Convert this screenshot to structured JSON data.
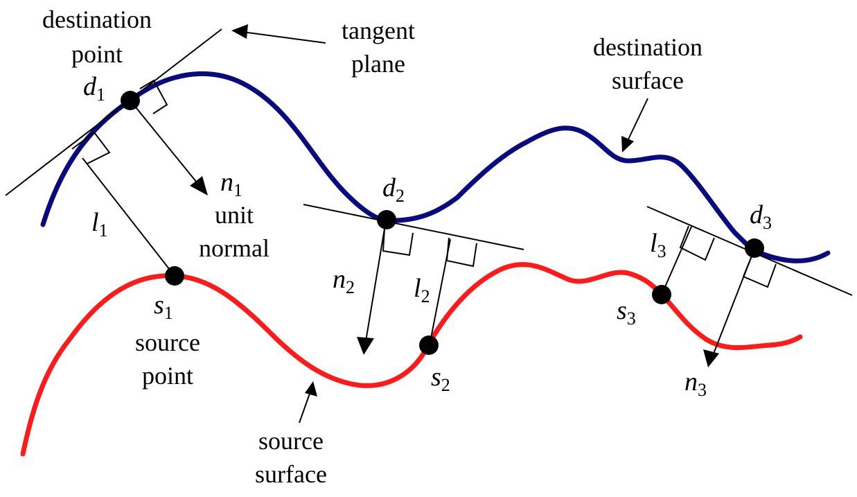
{
  "colors": {
    "destination_surface": "#0a0a80",
    "source_surface": "#ff1a1a",
    "ink": "#000000"
  },
  "labels": {
    "destination_point": [
      "destination",
      "point"
    ],
    "tangent_plane": [
      "tangent",
      "plane"
    ],
    "destination_surface": [
      "destination",
      "surface"
    ],
    "unit_normal": [
      "unit",
      "normal"
    ],
    "source_point": [
      "source",
      "point"
    ],
    "source_surface": [
      "source",
      "surface"
    ]
  },
  "symbols": {
    "d1": {
      "base": "d",
      "sub": "1"
    },
    "d2": {
      "base": "d",
      "sub": "2"
    },
    "d3": {
      "base": "d",
      "sub": "3"
    },
    "n1": {
      "base": "n",
      "sub": "1"
    },
    "n2": {
      "base": "n",
      "sub": "2"
    },
    "n3": {
      "base": "n",
      "sub": "3"
    },
    "l1": {
      "base": "l",
      "sub": "1"
    },
    "l2": {
      "base": "l",
      "sub": "2"
    },
    "l3": {
      "base": "l",
      "sub": "3"
    },
    "s1": {
      "base": "s",
      "sub": "1"
    },
    "s2": {
      "base": "s",
      "sub": "2"
    },
    "s3": {
      "base": "s",
      "sub": "3"
    }
  }
}
